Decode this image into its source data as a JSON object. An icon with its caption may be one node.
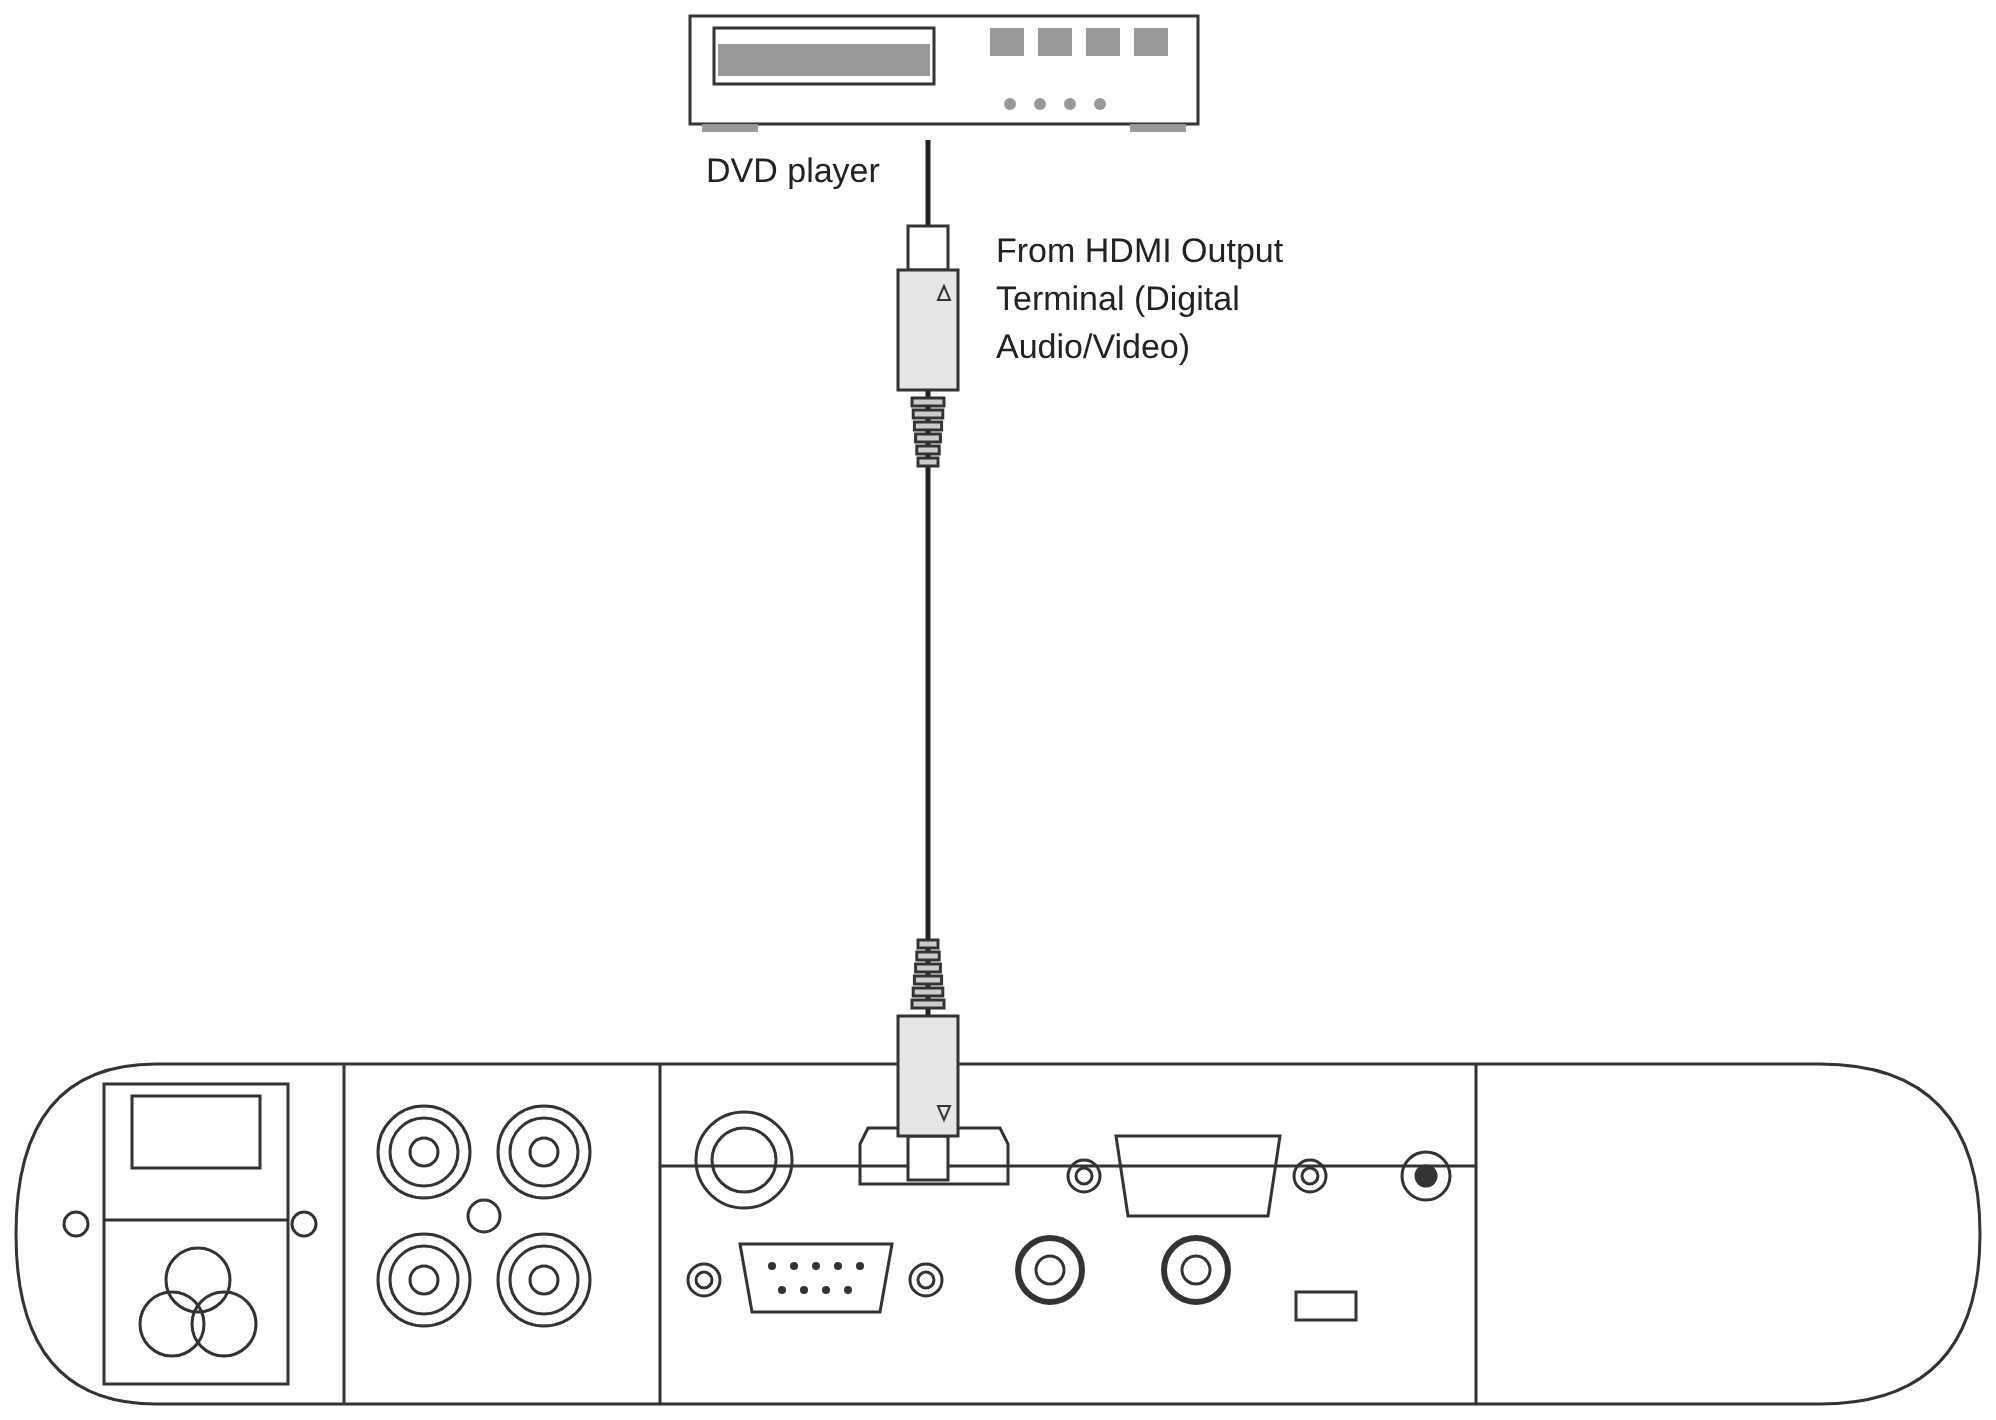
{
  "diagram": {
    "nodes": [
      {
        "text": [],
        "shape": "picture",
        "beside": [
          "DVD player"
        ]
      },
      {
        "text": [],
        "shape": "picture"
      }
    ],
    "edges": [
      {
        "from": 0,
        "to": 1,
        "arrow": "none",
        "label": "From HDMI Output Terminal (Digital Audio/Video)"
      }
    ]
  }
}
